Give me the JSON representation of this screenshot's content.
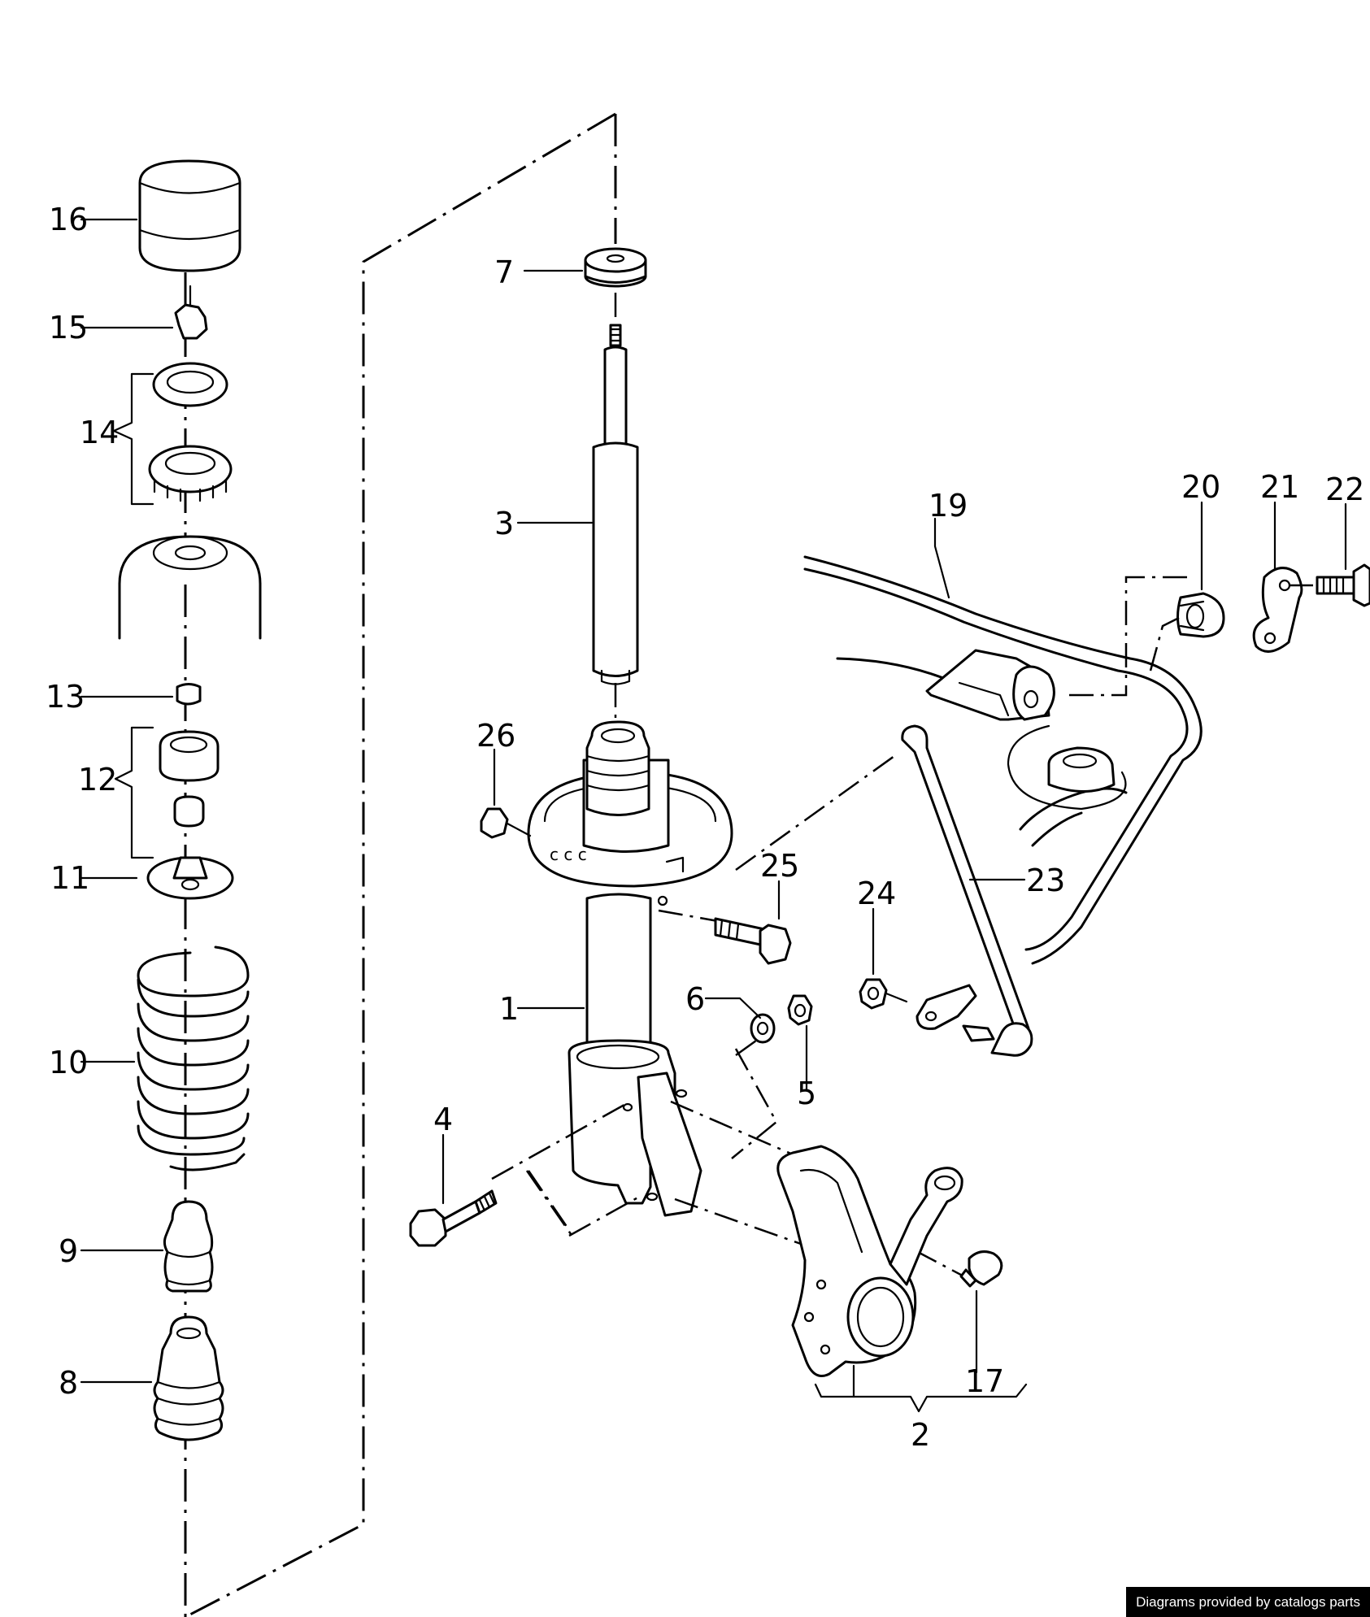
{
  "labels": {
    "l1": "1",
    "l2": "2",
    "l3": "3",
    "l4": "4",
    "l5": "5",
    "l6": "6",
    "l7": "7",
    "l8": "8",
    "l9": "9",
    "l10": "10",
    "l11": "11",
    "l12": "12",
    "l13": "13",
    "l14": "14",
    "l15": "15",
    "l16": "16",
    "l17": "17",
    "l19": "19",
    "l20": "20",
    "l21": "21",
    "l22": "22",
    "l23": "23",
    "l24": "24",
    "l25": "25",
    "l26": "26"
  },
  "credit": "Diagrams provided by catalogs parts"
}
